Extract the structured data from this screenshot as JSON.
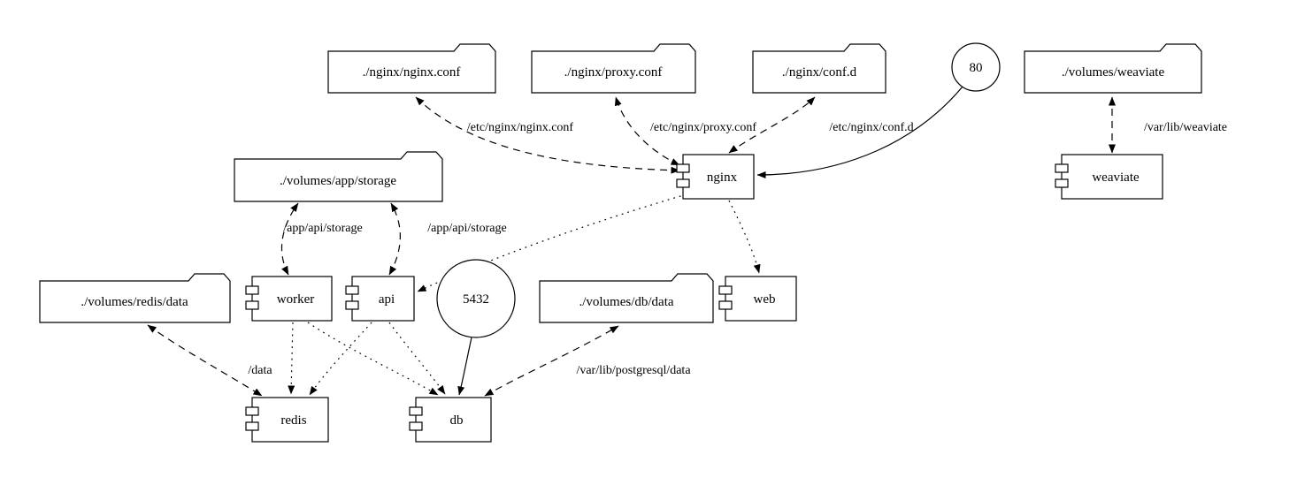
{
  "diagram": {
    "kind": "docker-compose architecture graph",
    "nodes": {
      "nginx_conf": {
        "label": "./nginx/nginx.conf",
        "shape": "folder"
      },
      "proxy_conf": {
        "label": "./nginx/proxy.conf",
        "shape": "folder"
      },
      "conf_d": {
        "label": "./nginx/conf.d",
        "shape": "folder"
      },
      "port_80": {
        "label": "80",
        "shape": "circle"
      },
      "volumes_weaviate": {
        "label": "./volumes/weaviate",
        "shape": "folder"
      },
      "volumes_app_storage": {
        "label": "./volumes/app/storage",
        "shape": "folder"
      },
      "nginx": {
        "label": "nginx",
        "shape": "component"
      },
      "weaviate": {
        "label": "weaviate",
        "shape": "component"
      },
      "volumes_redis_data": {
        "label": "./volumes/redis/data",
        "shape": "folder"
      },
      "worker": {
        "label": "worker",
        "shape": "component"
      },
      "api": {
        "label": "api",
        "shape": "component"
      },
      "port_5432": {
        "label": "5432",
        "shape": "circle"
      },
      "volumes_db_data": {
        "label": "./volumes/db/data",
        "shape": "folder"
      },
      "web": {
        "label": "web",
        "shape": "component"
      },
      "redis": {
        "label": "redis",
        "shape": "component"
      },
      "db": {
        "label": "db",
        "shape": "component"
      }
    },
    "edges": {
      "nginx_nginx_conf": {
        "from": "nginx",
        "to": "nginx_conf",
        "label": "/etc/nginx/nginx.conf",
        "style": "dashed",
        "bidirectional": true
      },
      "nginx_proxy_conf": {
        "from": "nginx",
        "to": "proxy_conf",
        "label": "/etc/nginx/proxy.conf",
        "style": "dashed",
        "bidirectional": true
      },
      "nginx_conf_d": {
        "from": "nginx",
        "to": "conf_d",
        "label": "/etc/nginx/conf.d",
        "style": "dashed",
        "bidirectional": true
      },
      "port80_nginx": {
        "from": "port_80",
        "to": "nginx",
        "label": "",
        "style": "solid",
        "bidirectional": false
      },
      "weaviate_volume": {
        "from": "weaviate",
        "to": "volumes_weaviate",
        "label": "/var/lib/weaviate",
        "style": "dashed",
        "bidirectional": true
      },
      "worker_storage": {
        "from": "worker",
        "to": "volumes_app_storage",
        "label": "/app/api/storage",
        "style": "dashed",
        "bidirectional": true
      },
      "api_storage": {
        "from": "api",
        "to": "volumes_app_storage",
        "label": "/app/api/storage",
        "style": "dashed",
        "bidirectional": true
      },
      "nginx_api": {
        "from": "nginx",
        "to": "api",
        "label": "",
        "style": "dotted",
        "bidirectional": false
      },
      "nginx_web": {
        "from": "nginx",
        "to": "web",
        "label": "",
        "style": "dotted",
        "bidirectional": false
      },
      "worker_redis": {
        "from": "worker",
        "to": "redis",
        "label": "",
        "style": "dotted",
        "bidirectional": false
      },
      "worker_db": {
        "from": "worker",
        "to": "db",
        "label": "",
        "style": "dotted",
        "bidirectional": false
      },
      "api_redis": {
        "from": "api",
        "to": "redis",
        "label": "",
        "style": "dotted",
        "bidirectional": false
      },
      "api_db": {
        "from": "api",
        "to": "db",
        "label": "",
        "style": "dotted",
        "bidirectional": false
      },
      "redis_volume": {
        "from": "redis",
        "to": "volumes_redis_data",
        "label": "/data",
        "style": "dashed",
        "bidirectional": true
      },
      "db_volume": {
        "from": "db",
        "to": "volumes_db_data",
        "label": "/var/lib/postgresql/data",
        "style": "dashed",
        "bidirectional": true
      },
      "port5432_db": {
        "from": "port_5432",
        "to": "db",
        "label": "",
        "style": "solid",
        "bidirectional": false
      }
    }
  }
}
